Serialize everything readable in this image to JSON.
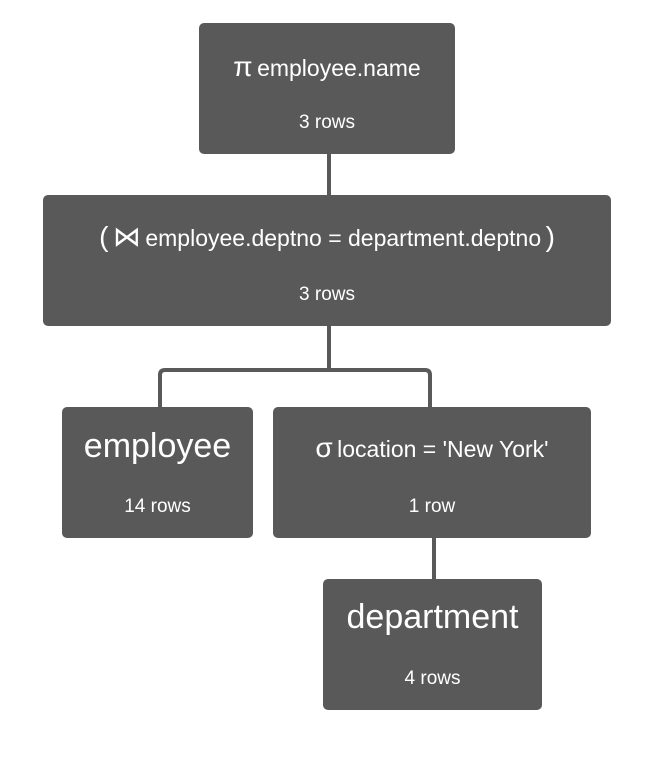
{
  "nodes": {
    "projection": {
      "symbol": "π",
      "attribute": "employee.name",
      "rows": "3 rows"
    },
    "join": {
      "open_paren": "(",
      "symbol": "⋈",
      "condition": "employee.deptno = department.deptno",
      "close_paren": ")",
      "rows": "3 rows"
    },
    "employee": {
      "name": "employee",
      "rows": "14 rows"
    },
    "selection": {
      "symbol": "σ",
      "condition": "location = 'New York'",
      "rows": "1 row"
    },
    "department": {
      "name": "department",
      "rows": "4 rows"
    }
  },
  "colors": {
    "node_fill": "#595959",
    "text": "#ffffff",
    "edge": "#595959"
  }
}
